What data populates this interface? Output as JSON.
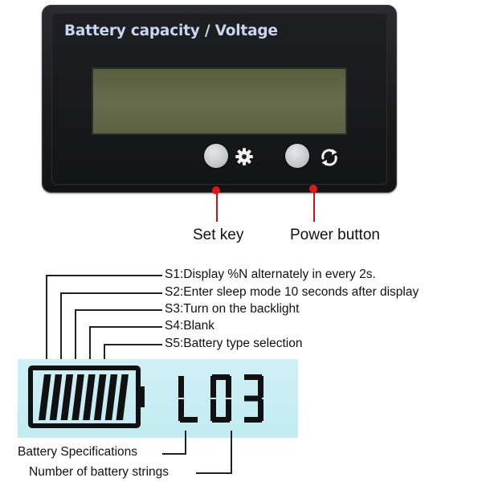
{
  "device": {
    "title": "Battery capacity / Voltage",
    "buttons": [
      {
        "name": "set",
        "icon": "gear-icon",
        "label": "Set key"
      },
      {
        "name": "power",
        "icon": "refresh-icon",
        "label": "Power button"
      }
    ],
    "callout_color": "#e3161a",
    "lcd_color": "#5f6445"
  },
  "settings": [
    {
      "code": "S1",
      "text": "S1:Display %N alternately in every 2s."
    },
    {
      "code": "S2",
      "text": "S2:Enter sleep mode 10 seconds after display"
    },
    {
      "code": "S3",
      "text": "S3:Turn on the backlight"
    },
    {
      "code": "S4",
      "text": "S4:Blank"
    },
    {
      "code": "S5",
      "text": "S5:Battery type selection"
    }
  ],
  "lcd": {
    "readout": "L03",
    "battery_segments": 8,
    "backlight_color": "#c8edf3"
  },
  "legend": {
    "battery_specifications": "Battery Specifications",
    "number_of_strings": "Number of battery strings"
  }
}
